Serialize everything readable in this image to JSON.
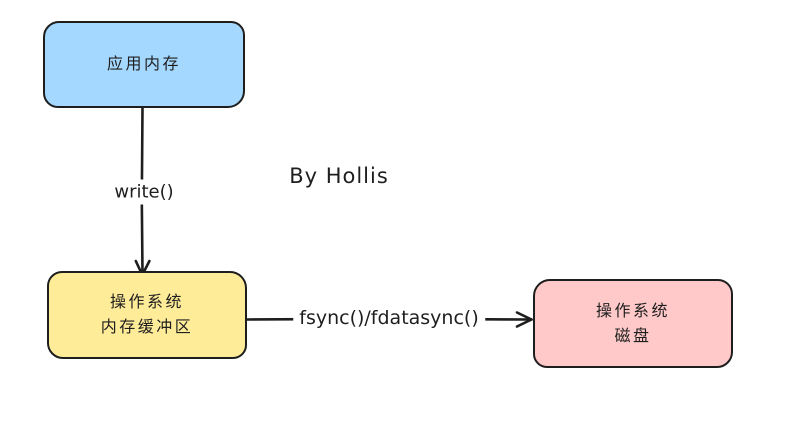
{
  "canvas": {
    "background": "#ffffff",
    "stroke_color": "#1e1e1e"
  },
  "attribution": {
    "text": "By Hollis"
  },
  "nodes": [
    {
      "id": "app-memory",
      "label": "应用内存",
      "fill": "#a5d8ff"
    },
    {
      "id": "os-buffer",
      "label": "操作系统",
      "label2": "内存缓冲区",
      "fill": "#ffec99"
    },
    {
      "id": "os-disk",
      "label": "操作系统",
      "label2": "磁盘",
      "fill": "#ffc9c9"
    }
  ],
  "edges": [
    {
      "id": "write-edge",
      "label": "write()",
      "from": "app-memory",
      "to": "os-buffer"
    },
    {
      "id": "fsync-edge",
      "label": "fsync()/fdatasync()",
      "from": "os-buffer",
      "to": "os-disk"
    }
  ]
}
